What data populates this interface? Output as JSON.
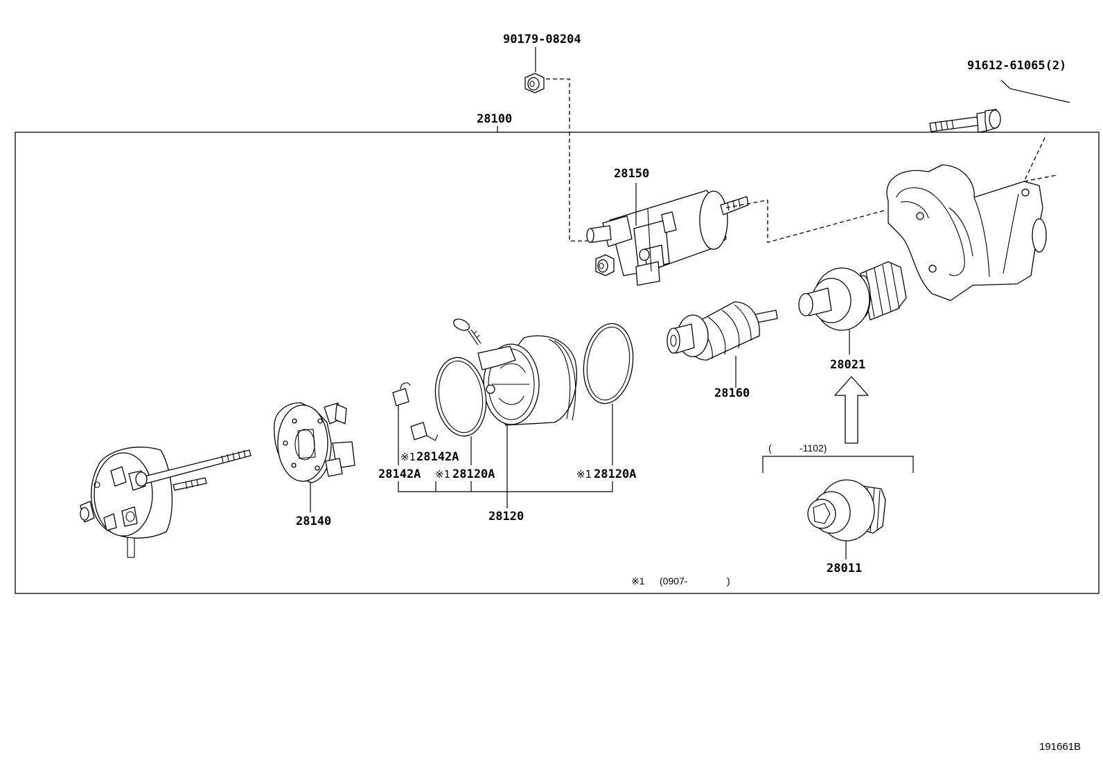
{
  "labels": {
    "bolt_90179": "90179-08204",
    "bolt_91612": "91612-61065(2)",
    "assembly": "28100",
    "solenoid": "28150",
    "clutch_upper": "28021",
    "armature": "28160",
    "brush_holder": "28140",
    "yoke": "28120",
    "brush_a": "28142A",
    "brush_b": "28142A",
    "ring_a": "28120A",
    "ring_b": "28120A",
    "clutch_lower": "28011"
  },
  "marks": {
    "note_mark": "※1",
    "note_mark_brush": "※1",
    "note_mark_ring_a": "※1",
    "note_mark_ring_b": "※1"
  },
  "notes": {
    "range_prefix": "(",
    "range_value": "-1102)",
    "footnote_range": "(0907-",
    "footnote_close": ")"
  },
  "drawing_code": "191661B"
}
